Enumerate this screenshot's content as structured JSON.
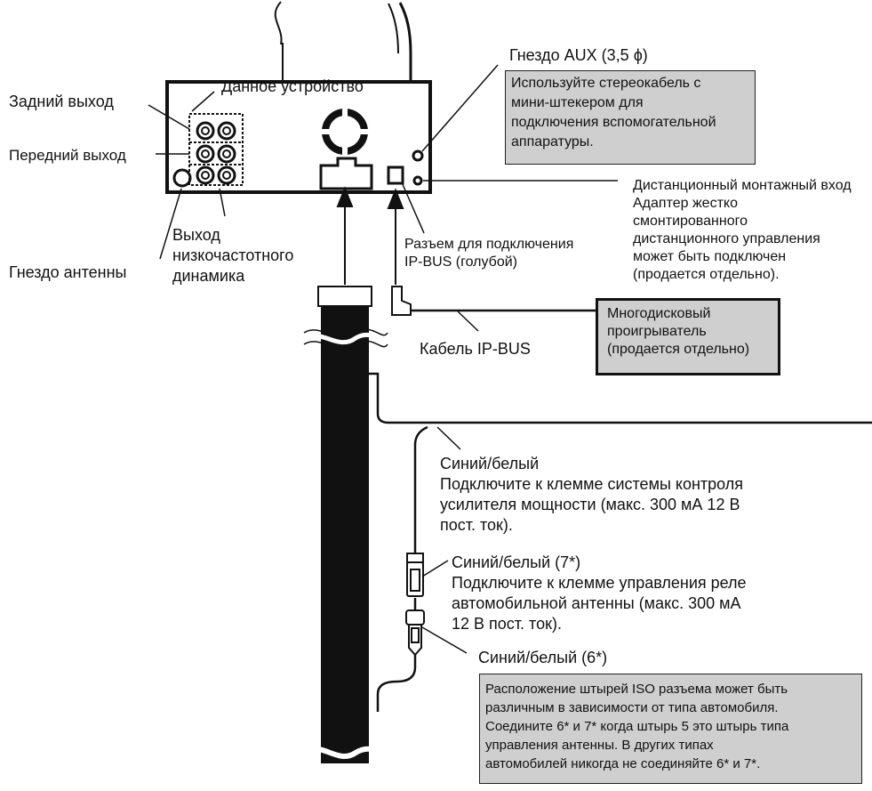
{
  "labels": {
    "aux_jack": "Гнездо AUX  (3,5  ϕ)",
    "this_unit": "Данное устройство",
    "rear_output": "Задний выход",
    "front_output": "Передний выход",
    "antenna_jack": "Гнездо антенны",
    "subwoofer_output": "Выход\nнизкочастотного\nдинамика",
    "ip_bus_connector": "Разъем для подключения\nIP-BUS (голубой)",
    "wired_remote_input": "Дистанционный монтажный вход\nАдаптер жестко\nсмонтированного\nдистанционного управления\nможет быть подключен\n(продается отдельно).",
    "ip_bus_cable": "Кабель IP-BUS",
    "blue_white_main": "Синий/белый\nПодключите к клемме системы контроля\nусилителя мощности (макс. 300 мА 12 В\nпост. ток).",
    "blue_white_7": "Синий/белый (7*)\nПодключите к клемме управления реле\nавтомобильной антенны (макс. 300 мА\n12 В пост. ток).",
    "blue_white_6": "Синий/белый (6*)"
  },
  "boxes": {
    "aux_note": "Используйте стереокабель с\nмини-штекером для\nподключения вспомогательной\nаппаратуры.",
    "multi_cd": "Многодисковый\nпроигрыватель\n(продается отдельно)",
    "iso_note": "Расположение штырей ISO разъема может быть\nразличным в зависимости от типа автомобиля.\nСоедините 6* и 7* когда штырь 5 это штырь типа\nуправления антенны. В других типах\nавтомобилей никогда не соединяйте 6* и 7*."
  }
}
